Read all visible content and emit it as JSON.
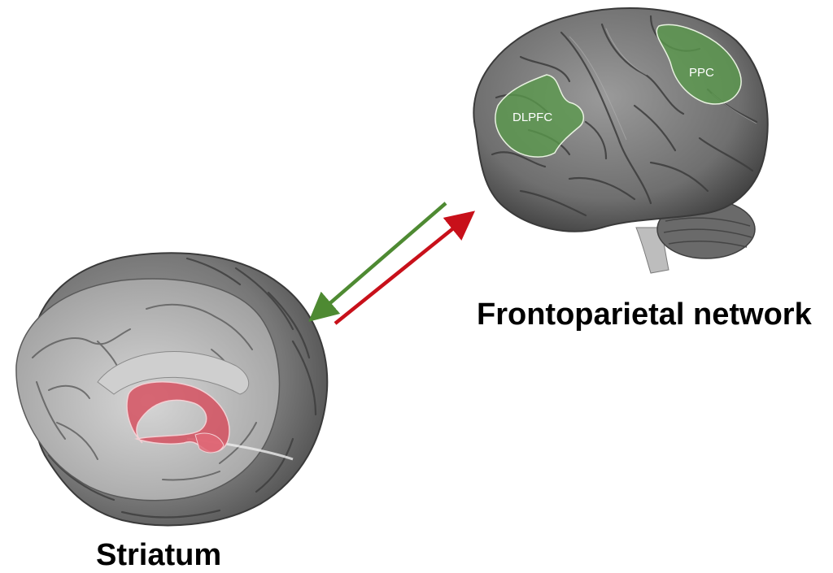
{
  "regions": {
    "dlpfc": {
      "label": "DLPFC",
      "color": "#5a9a4c"
    },
    "ppc": {
      "label": "PPC",
      "color": "#5a9a4c"
    },
    "striatum": {
      "color": "#d64a5a"
    }
  },
  "captions": {
    "frontoparietal": "Frontoparietal network",
    "striatum": "Striatum"
  },
  "arrows": {
    "top_down": {
      "from": "frontoparietal",
      "to": "striatum",
      "color": "#4e8a32"
    },
    "bottom_up": {
      "from": "striatum",
      "to": "frontoparietal",
      "color": "#c8101a"
    }
  }
}
